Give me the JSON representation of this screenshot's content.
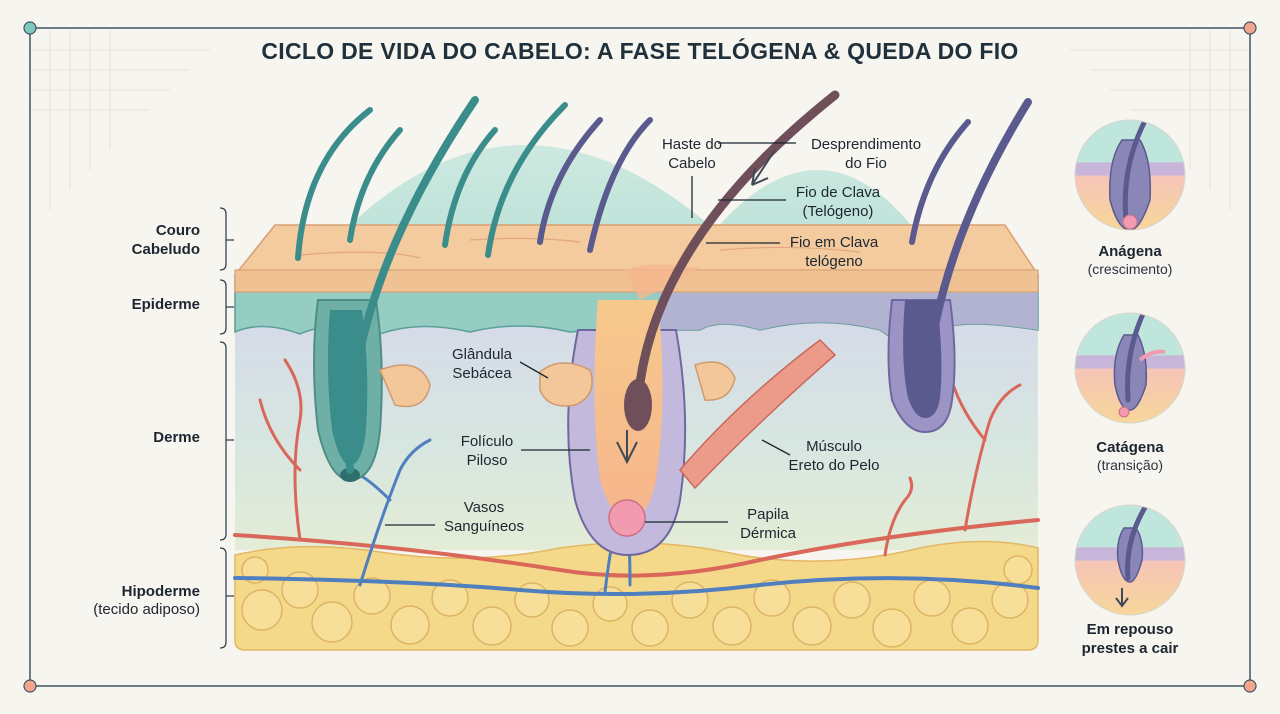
{
  "title": "CICLO DE VIDA DO CABELO: A FASE TELÓGENA & QUEDA DO FIO",
  "colors": {
    "frame": "#3f5660",
    "teal_node": "#7fc8bf",
    "coral_node": "#f0a58c",
    "scalp": "#f4cba0",
    "epidermis": "#8fc9c0",
    "dermis": "#cfd8e6",
    "fat": "#f3d47e",
    "artery": "#d9685a",
    "vein": "#4f7fbf",
    "hair_teal": "#3b8d8c",
    "hair_purple": "#5b5a8e",
    "hair_brown": "#6e4f5a"
  },
  "layers": {
    "couro_line1": "Couro",
    "couro_line2": "Cabeludo",
    "epiderme": "Epiderme",
    "derme": "Derme",
    "hipoderme_line1": "Hipoderme",
    "hipoderme_line2": "(tecido adiposo)"
  },
  "labels": {
    "haste_line1": "Haste do",
    "haste_line2": "Cabelo",
    "desprend_line1": "Desprendimento",
    "desprend_line2": "do Fio",
    "clava_line1": "Fio de Clava",
    "clava_line2": "(Telógeno)",
    "clava2_line1": "Fio em Clava",
    "clava2_line2": "telógeno",
    "glandula_line1": "Glândula",
    "glandula_line2": "Sebácea",
    "foliculo_line1": "Folículo",
    "foliculo_line2": "Piloso",
    "vasos_line1": "Vasos",
    "vasos_line2": "Sanguíneos",
    "musculo_line1": "Músculo",
    "musculo_line2": "Ereto do Pelo",
    "papila_line1": "Papila",
    "papila_line2": "Dérmica"
  },
  "phases": [
    {
      "name": "Anágena",
      "desc": "(crescimento)"
    },
    {
      "name": "Catágena",
      "desc": "(transição)"
    },
    {
      "name_line1": "Em repouso",
      "name_line2": "prestes a cair"
    }
  ]
}
